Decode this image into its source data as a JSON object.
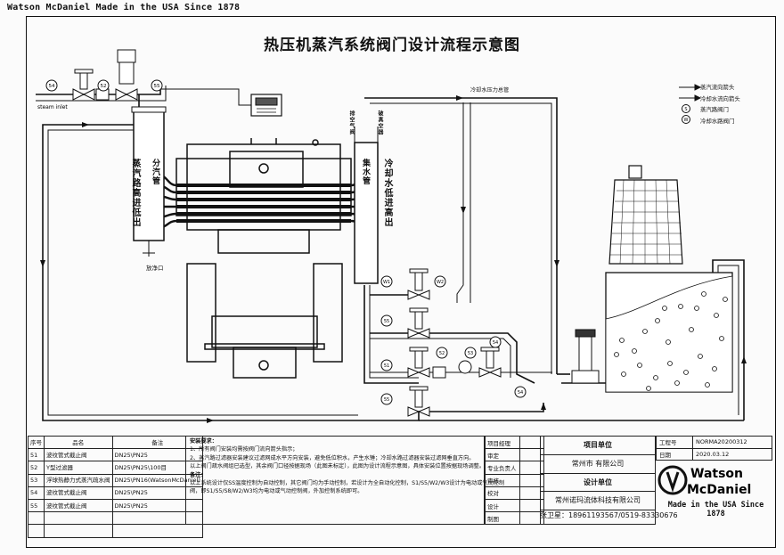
{
  "brand_header": "Watson McDaniel Made in the USA Since 1878",
  "title": "热压机蒸汽系统阀门设计流程示意图",
  "labels": {
    "steam_inlet": "steam inlet",
    "splitter": "分汽管",
    "steam_path": "蒸汽路高进低出",
    "collector": "集水管",
    "cooling_water": "冷却水低进高出",
    "exhaust_left": "排空气阀",
    "exhaust_right": "破真空器",
    "drain": "放净口",
    "cooling_outlet": "冷却水压力总管"
  },
  "legend": [
    {
      "text": "蒸汽流向箭头"
    },
    {
      "text": "冷却水流向箭头"
    },
    {
      "marker": "S",
      "text": "蒸汽路阀门"
    },
    {
      "marker": "W",
      "text": "冷却水路阀门"
    }
  ],
  "valve_markers": [
    "51",
    "52",
    "53",
    "54",
    "55",
    "51",
    "52",
    "53",
    "54",
    "W1",
    "W2"
  ],
  "parts_table": {
    "headers": [
      "序号",
      "品名",
      "备注"
    ],
    "rows": [
      [
        "51",
        "波纹管式截止阀",
        "DN25\\PN25"
      ],
      [
        "52",
        "Y型过滤器",
        "DN25\\PN25\\100目"
      ],
      [
        "53",
        "浮球热静力式蒸汽疏水阀",
        "DN25\\PN16(WatsonMcDaniel)"
      ],
      [
        "54",
        "波纹管式截止阀",
        "DN25\\PN25"
      ],
      [
        "55",
        "波纹管式截止阀",
        "DN25\\PN25"
      ]
    ]
  },
  "notes": [
    "安装要求：",
    "1、所有阀门安装均需按阀门流向箭头指示；",
    "2、蒸汽路过滤器安装建议过滤网成水平方向安装，避免低位积水，产生水锤；冷却水路过滤器安装过滤网垂直方向。",
    "以上阀门疏水阀组已选型，其余阀门口径按据现场（此图未标定），此图为设计流程示意图，具体安装位置按据现场调整。",
    "备注：",
    "以上系统设计仅SS温度控制为自动控制，其它阀门均为手动控制，若设计为全自动化控制，S1/S5/W2/W3设计为电动或气动控制",
    "阀，即S1/S5/S8/W2/W3均为电动或气动控制阀，外加控制系统即可。"
  ],
  "signoff": [
    "项目经理",
    "审定",
    "专业负责人",
    "审核",
    "校对",
    "设计",
    "制图"
  ],
  "project": {
    "label_project": "项目单位",
    "project_unit": "常州市            有限公司",
    "label_design": "设计单位",
    "design_unit": "常州诺玛流体科技有限公司",
    "contact": "张卫星：18961193567/0519-83330676"
  },
  "drawing_info": {
    "no_label": "工程号",
    "no_value": "NORMA20200312",
    "date_label": "日期",
    "date_value": "2020.03.12"
  },
  "logo_text": [
    "Watson",
    "McDaniel"
  ],
  "made_in": "Made in the USA Since 1878"
}
